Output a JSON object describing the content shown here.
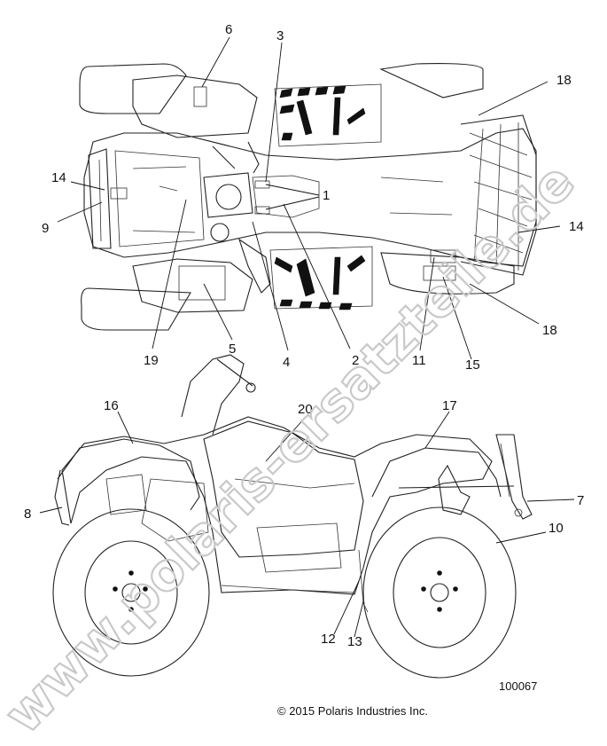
{
  "watermark_text": "www.polaris-ersatzteile.de",
  "callouts": {
    "c1": "1",
    "c2": "2",
    "c3": "3",
    "c4": "4",
    "c5": "5",
    "c6": "6",
    "c7": "7",
    "c8": "8",
    "c9": "9",
    "c10": "10",
    "c11": "11",
    "c12": "12",
    "c13": "13",
    "c14a": "14",
    "c14b": "14",
    "c15": "15",
    "c16": "16",
    "c17": "17",
    "c18a": "18",
    "c18b": "18",
    "c19": "19",
    "c20": "20"
  },
  "figure_number": "100067",
  "copyright": "© 2015 Polaris Industries Inc."
}
